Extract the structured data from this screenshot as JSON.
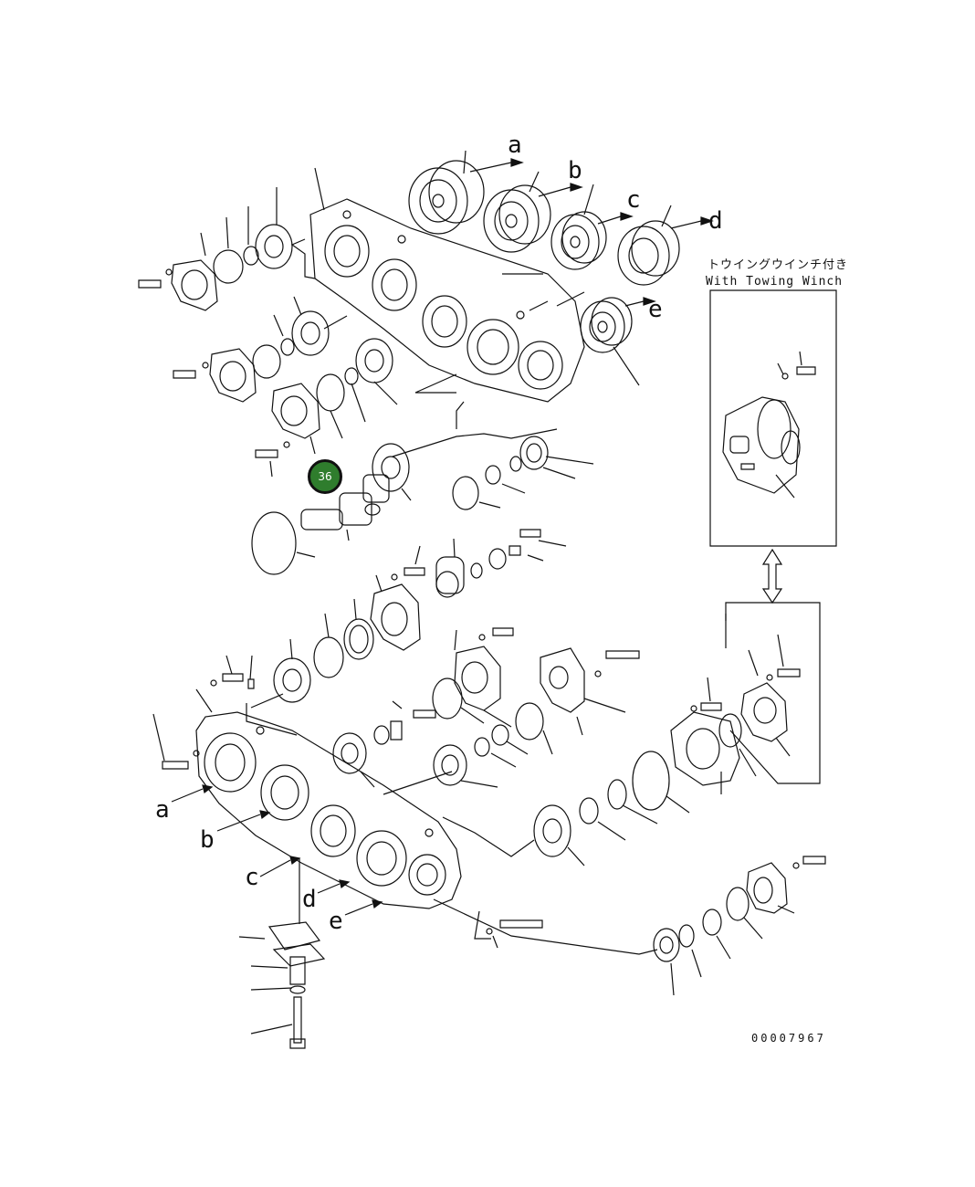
{
  "diagram": {
    "assembly_letters": [
      "a",
      "b",
      "c",
      "d",
      "e"
    ],
    "inset": {
      "title_jp": "トウイングウインチ付き",
      "title_en": "With Towing Winch"
    },
    "callout": {
      "number": "36",
      "color": "#2f7d2d"
    },
    "drawing_number": "00007967",
    "line_color": "#111111"
  }
}
